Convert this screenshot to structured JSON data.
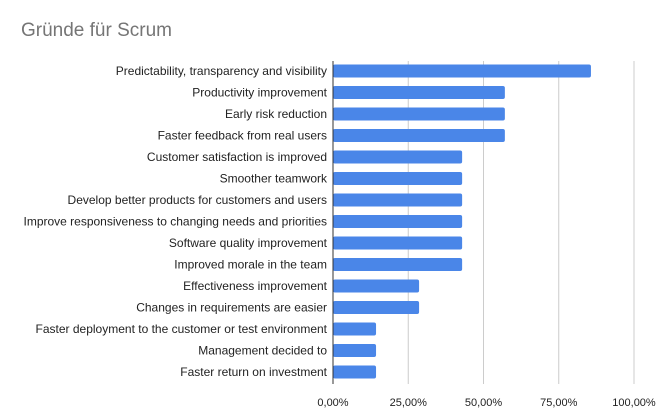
{
  "chart_data": {
    "type": "bar",
    "orientation": "horizontal",
    "title": "Gründe für Scrum",
    "categories": [
      "Predictability, transparency and visibility",
      "Productivity improvement",
      "Early risk reduction",
      "Faster feedback from real users",
      "Customer satisfaction is improved",
      "Smoother teamwork",
      "Develop better products for customers and users",
      "Improve responsiveness to changing needs and priorities",
      "Software quality improvement",
      "Improved morale in the team",
      "Effectiveness improvement",
      "Changes in requirements are easier",
      "Faster deployment to the customer or test environment",
      "Management decided to",
      "Faster return on investment"
    ],
    "values": [
      0.857,
      0.571,
      0.571,
      0.571,
      0.429,
      0.429,
      0.429,
      0.429,
      0.429,
      0.429,
      0.286,
      0.286,
      0.143,
      0.143,
      0.143
    ],
    "xlim": [
      0,
      1
    ],
    "x_ticks": [
      0,
      0.25,
      0.5,
      0.75,
      1
    ],
    "x_tick_labels": [
      "0,00%",
      "25,00%",
      "50,00%",
      "75,00%",
      "100,00%"
    ],
    "xlabel": "",
    "ylabel": "",
    "grid": true,
    "legend": "none",
    "bar_color": "#4a86e8",
    "title_color": "#757575"
  }
}
